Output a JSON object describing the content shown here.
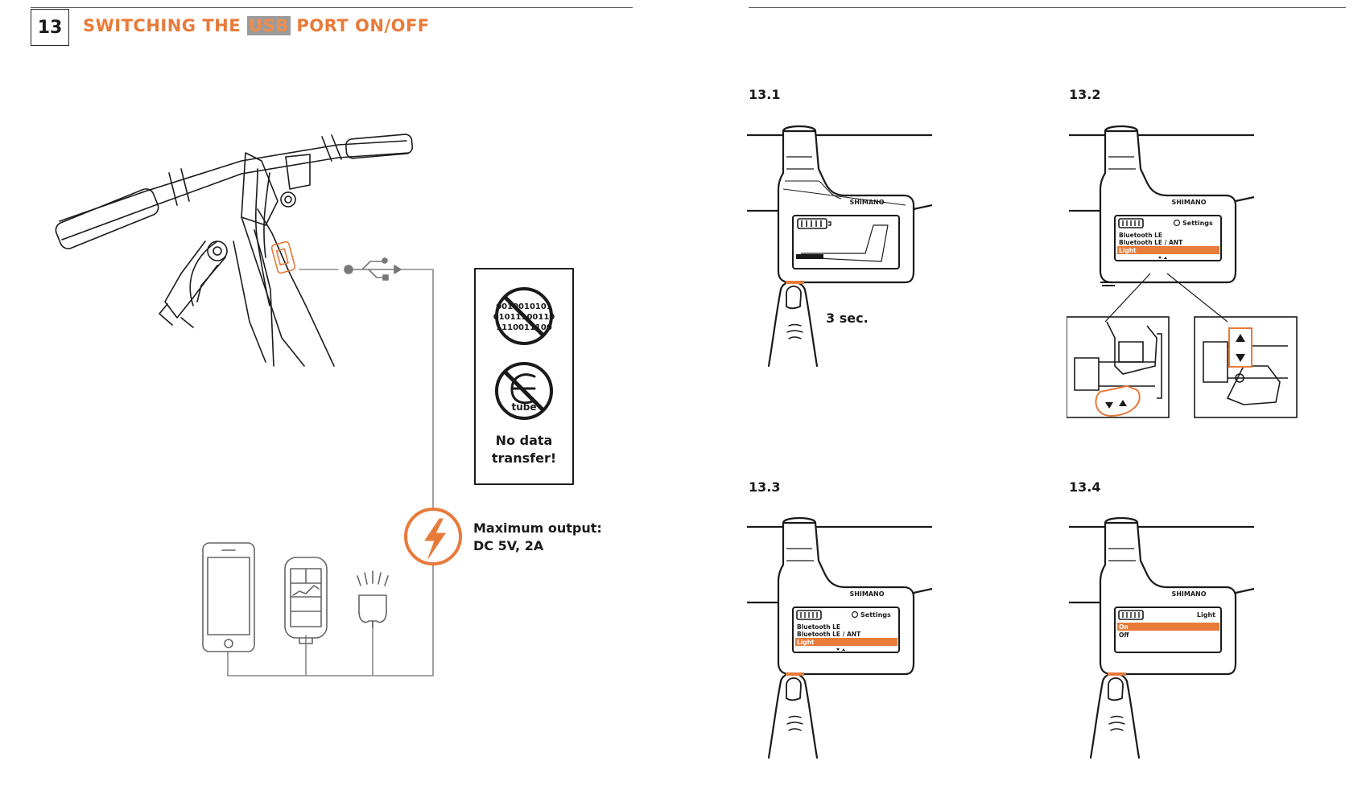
{
  "header": {
    "chapter_number": "13",
    "title_prefix": "SWITCHING THE ",
    "title_highlight": "USB",
    "title_suffix": " PORT ON/OFF"
  },
  "left_panel": {
    "no_data_binary": [
      "0010010101",
      "01011100110",
      "1110011100"
    ],
    "no_data_tube_label": "tube",
    "no_data_text_line1": "No data",
    "no_data_text_line2": "transfer!",
    "max_output_line1": "Maximum output:",
    "max_output_line2": "DC 5V, 2A"
  },
  "steps": {
    "s1": {
      "label": "13.1",
      "duration": "3 sec.",
      "brand": "SHIMANO"
    },
    "s2": {
      "label": "13.2",
      "brand": "SHIMANO",
      "menu_header": "Settings",
      "menu_items": [
        "Bluetooth LE",
        "Bluetooth LE / ANT",
        "Light"
      ]
    },
    "s3": {
      "label": "13.3",
      "brand": "SHIMANO",
      "menu_header": "Settings",
      "menu_items": [
        "Bluetooth LE",
        "Bluetooth LE / ANT",
        "Light"
      ]
    },
    "s4": {
      "label": "13.4",
      "brand": "SHIMANO",
      "menu_header": "Light",
      "menu_items": [
        "On",
        "Off"
      ]
    }
  },
  "colors": {
    "accent": "#e87a3a",
    "line": "#1a1a1a",
    "gray": "#777777"
  }
}
